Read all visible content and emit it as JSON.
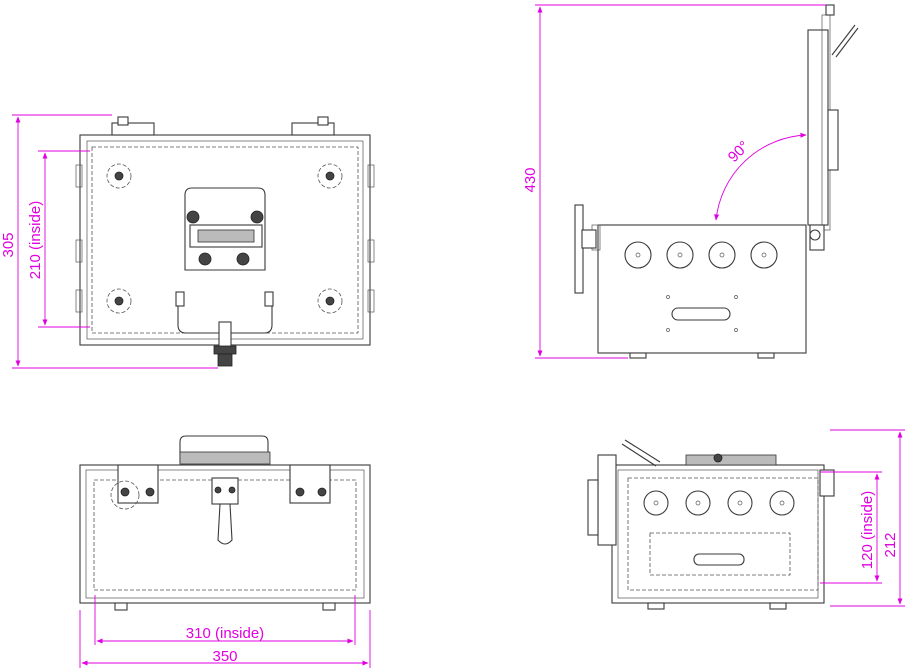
{
  "dimensions": {
    "top_height": "305",
    "top_inside": "210 (inside)",
    "side_height": "430",
    "side_angle": "90°",
    "front_inside": "310 (inside)",
    "front_width": "350",
    "right_inside": "120 (inside)",
    "right_height": "212"
  },
  "colors": {
    "dimension": "#e000e0",
    "line": "#3a3a3a"
  }
}
